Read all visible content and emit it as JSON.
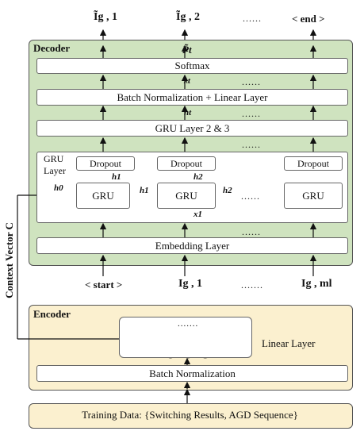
{
  "outputs": [
    "Ĩg , 1",
    "Ĩg , 2",
    "......",
    "< end >"
  ],
  "decoder": {
    "title": "Decoder",
    "p_label": "P̃t",
    "softmax": "Softmax",
    "lambda_label": "λt",
    "bn_linear": "Batch Normalization + Linear Layer",
    "ht_label": "ht",
    "gru23": "GRU Layer 2 & 3",
    "gru_layer_label": "GRU\nLayer",
    "dropout": "Dropout",
    "gru": "GRU",
    "h0": "h0",
    "h1": "h1",
    "h2": "h2",
    "x1": "x1",
    "embedding": "Embedding Layer",
    "dots": "......"
  },
  "inputs": [
    "< start >",
    "Ig , 1",
    ".......",
    "Ig , ml"
  ],
  "context_vector": "Context Vector C",
  "encoder": {
    "title": "Encoder",
    "linear_layer": "Linear Layer",
    "nn_dots": ".......",
    "batch_norm": "Batch Normalization"
  },
  "training_data": "Training Data: {Switching Results, AGD Sequence}",
  "colors": {
    "decoder_bg": "#cfe3bf",
    "encoder_bg": "#fbf0cf",
    "green_node": "#a9d18e",
    "yellow_node": "#fbe5b6"
  }
}
